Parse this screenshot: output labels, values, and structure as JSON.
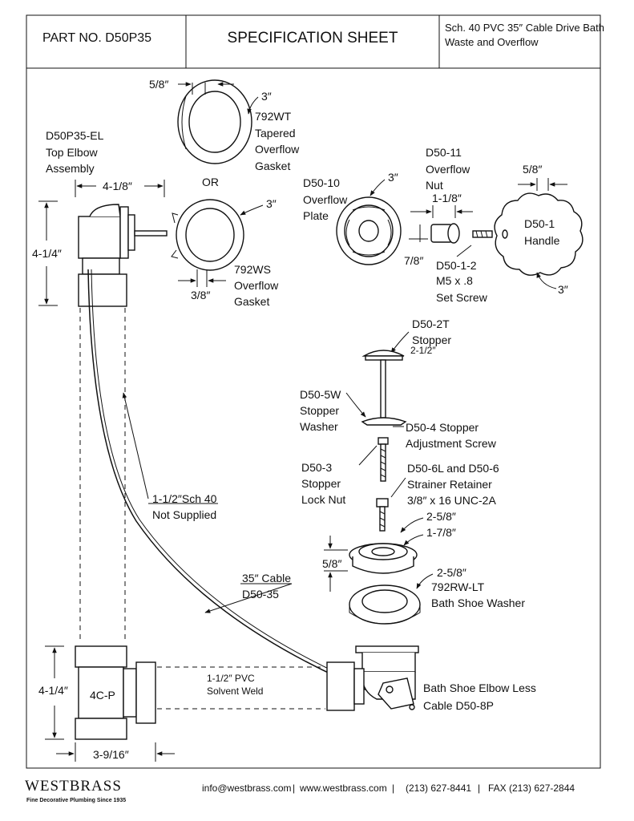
{
  "header": {
    "part_no": "PART NO.  D50P35",
    "title": "SPECIFICATION SHEET",
    "desc_line1": "Sch. 40 PVC 35″ Cable Drive Bath",
    "desc_line2": "Waste and Overflow"
  },
  "labels": {
    "tapered_w": "5/8″",
    "tapered_d": "3″",
    "tapered_1": "792WT",
    "tapered_2": "Tapered",
    "tapered_3": "Overflow",
    "tapered_4": "Gasket",
    "elbow_1": "D50P35-EL",
    "elbow_2": "Top Elbow",
    "elbow_3": "Assembly",
    "elbow_w": "4-1/8″",
    "elbow_h": "4-1/4″",
    "or": "OR",
    "ws_d": "3″",
    "ws_1": "792WS",
    "ws_2": "Overflow",
    "ws_3": "Gasket",
    "ws_w": "3/8″",
    "plate_1": "D50-10",
    "plate_2": "Overflow",
    "plate_3": "Plate",
    "plate_d": "3″",
    "nut_1": "D50-11",
    "nut_2": "Overflow",
    "nut_3": "Nut",
    "nut_w": "1-1/8″",
    "nut_h": "7/8″",
    "handle_w": "5/8″",
    "handle_1": "D50-1",
    "handle_2": "Handle",
    "handle_d": "3″",
    "screw_1": "D50-1-2",
    "screw_2": "M5 x .8",
    "screw_3": "Set Screw",
    "stopper_1": "D50-2T",
    "stopper_2": "Stopper",
    "stopper_d": "2-1/2″",
    "sw_1": "D50-5W",
    "sw_2": "Stopper",
    "sw_3": "Washer",
    "adj_1": "D50-4 Stopper",
    "adj_2": "Adjustment Screw",
    "lock_1": "D50-3",
    "lock_2": "Stopper",
    "lock_3": "Lock Nut",
    "ret_1": "D50-6L and D50-6",
    "ret_2": "Strainer Retainer",
    "ret_3": "3/8″ x 16 UNC-2A",
    "str_d1": "2-5/8″",
    "str_d2": "1-7/8″",
    "str_h": "5/8″",
    "rw_d": "2-5/8″",
    "rw_1": "792RW-LT",
    "rw_2": "Bath Shoe Washer",
    "pipe_1": "1-1/2″Sch 40",
    "pipe_2": "Not Supplied",
    "cable_1": "35″ Cable",
    "cable_2": "D50-35",
    "tee_h": "4-1/4″",
    "tee_name": "4C-P",
    "tee_w": "3-9/16″",
    "weld_1": "1-1/2″ PVC",
    "weld_2": "Solvent Weld",
    "shoe_1": "Bath Shoe Elbow Less",
    "shoe_2": "Cable D50-8P"
  },
  "footer": {
    "brand": "WESTBRASS",
    "tagline": "Fine Decorative Plumbing Since 1935",
    "email": "info@westbrass.com",
    "sep1": "|",
    "web": "www.westbrass.com",
    "sep2": "|",
    "phone": "(213) 627-8441",
    "sep3": "|",
    "fax": "FAX (213) 627-2844"
  }
}
